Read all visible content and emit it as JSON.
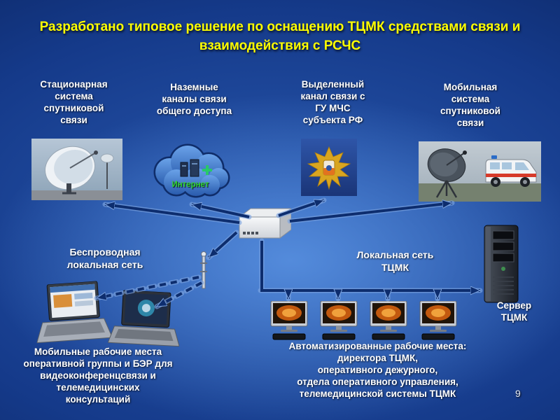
{
  "slide": {
    "page_number": "9",
    "title": {
      "lines": [
        "Разработано типовое решение по оснащению ТЦМК средствами связи и",
        "взаимодействия с РСЧС"
      ]
    }
  },
  "labels": {
    "stationary_satellite": {
      "lines": [
        "Стационарная",
        "система",
        "спутниковой",
        "связи"
      ]
    },
    "ground_channels": {
      "lines": [
        "Наземные",
        "каналы связи",
        "общего доступа"
      ]
    },
    "internet": "Интернет",
    "dedicated_channel": {
      "lines": [
        "Выделенный",
        "канал связи с",
        "ГУ МЧС",
        "субъекта РФ"
      ]
    },
    "mobile_satellite": {
      "lines": [
        "Мобильная",
        "система",
        "спутниковой",
        "связи"
      ]
    },
    "wireless_lan": {
      "lines": [
        "Беспроводная",
        "локальная сеть"
      ]
    },
    "local_network": {
      "lines": [
        "Локальная сеть",
        "ТЦМК"
      ]
    },
    "server": {
      "lines": [
        "Сервер",
        "ТЦМК"
      ]
    },
    "mobile_workplaces": {
      "lines": [
        "Мобильные рабочие места",
        "оперативной группы и БЭР для",
        "видеоконференцсвязи и",
        "телемедицинских",
        "консультаций"
      ]
    },
    "automated_workplaces": {
      "lines": [
        "Автоматизированные рабочие места:",
        "директора ТЦМК,",
        "оперативного дежурного,",
        "отдела оперативного управления,",
        "телемедицинской системы ТЦМК"
      ]
    }
  },
  "colors": {
    "title_text": "#ffff00",
    "label_text": "#ffffff",
    "internet_label": "#2fd32f",
    "arrow_dark": "#0d2d6e",
    "arrow_light": "#7da4e0",
    "background_center": "#4f8ade",
    "background_edge": "#081f55"
  }
}
